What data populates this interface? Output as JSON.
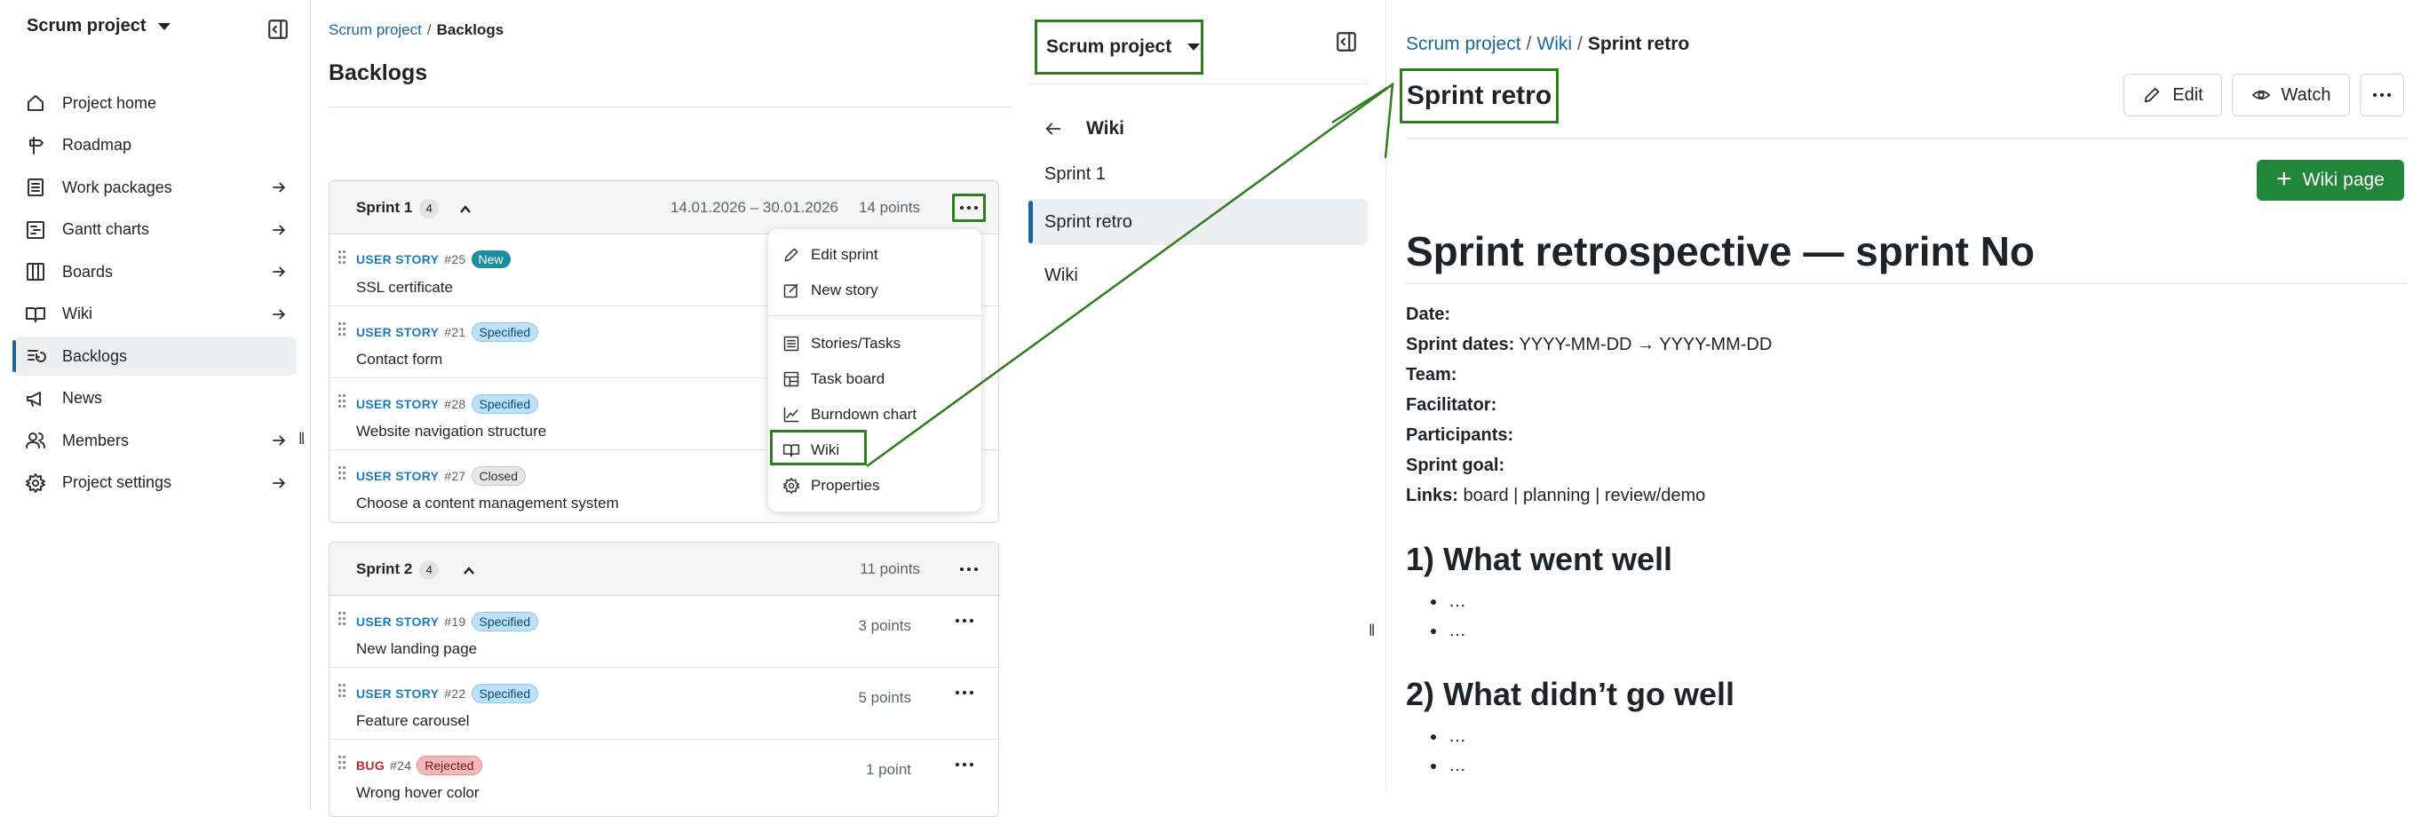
{
  "sidebar": {
    "project": "Scrum project",
    "items": [
      {
        "label": "Project home",
        "icon": "home-icon",
        "arrow": false
      },
      {
        "label": "Roadmap",
        "icon": "signpost-icon",
        "arrow": false
      },
      {
        "label": "Work packages",
        "icon": "list-icon",
        "arrow": true
      },
      {
        "label": "Gantt charts",
        "icon": "gantt-icon",
        "arrow": true
      },
      {
        "label": "Boards",
        "icon": "board-icon",
        "arrow": true
      },
      {
        "label": "Wiki",
        "icon": "book-icon",
        "arrow": true
      },
      {
        "label": "Backlogs",
        "icon": "backlog-icon",
        "arrow": false,
        "active": true
      },
      {
        "label": "News",
        "icon": "megaphone-icon",
        "arrow": false
      },
      {
        "label": "Members",
        "icon": "people-icon",
        "arrow": true
      },
      {
        "label": "Project settings",
        "icon": "gear-icon",
        "arrow": true
      }
    ]
  },
  "backlogs": {
    "breadcrumb": {
      "project": "Scrum project",
      "sep": "/",
      "current": "Backlogs"
    },
    "title": "Backlogs",
    "sprint1": {
      "name": "Sprint 1",
      "count": "4",
      "dates": "14.01.2026 – 30.01.2026",
      "points": "14 points",
      "stories": [
        {
          "type": "USER STORY",
          "num": "#25",
          "status": "New",
          "title": "SSL certificate"
        },
        {
          "type": "USER STORY",
          "num": "#21",
          "status": "Specified",
          "title": "Contact form"
        },
        {
          "type": "USER STORY",
          "num": "#28",
          "status": "Specified",
          "title": "Website navigation structure"
        },
        {
          "type": "USER STORY",
          "num": "#27",
          "status": "Closed",
          "title": "Choose a content management system"
        }
      ]
    },
    "sprint2": {
      "name": "Sprint 2",
      "count": "4",
      "points": "11 points",
      "stories": [
        {
          "type": "USER STORY",
          "num": "#19",
          "status": "Specified",
          "title": "New landing page",
          "points": "3 points"
        },
        {
          "type": "USER STORY",
          "num": "#22",
          "status": "Specified",
          "title": "Feature carousel",
          "points": "5 points"
        },
        {
          "type": "BUG",
          "num": "#24",
          "status": "Rejected",
          "title": "Wrong hover color",
          "points": "1 point"
        }
      ]
    },
    "menu": {
      "edit_sprint": "Edit sprint",
      "new_story": "New story",
      "stories_tasks": "Stories/Tasks",
      "task_board": "Task board",
      "burndown": "Burndown chart",
      "wiki": "Wiki",
      "properties": "Properties"
    }
  },
  "wiki_nav": {
    "project": "Scrum project",
    "back_label": "Wiki",
    "items": [
      "Sprint 1",
      "Sprint retro",
      "Wiki"
    ]
  },
  "wiki_page": {
    "breadcrumb": {
      "project": "Scrum project",
      "wiki": "Wiki",
      "current": "Sprint retro"
    },
    "title": "Sprint retro",
    "edit": "Edit",
    "watch": "Watch",
    "new_page": "Wiki page",
    "heading": "Sprint retrospective — sprint No",
    "fields": [
      {
        "label": "Date:",
        "value": ""
      },
      {
        "label": "Sprint dates:",
        "value": " YYYY-MM-DD → YYYY-MM-DD"
      },
      {
        "label": "Team:",
        "value": ""
      },
      {
        "label": "Facilitator:",
        "value": ""
      },
      {
        "label": "Participants:",
        "value": ""
      },
      {
        "label": "Sprint goal:",
        "value": ""
      },
      {
        "label": "Links:",
        "value": " board | planning | review/demo"
      }
    ],
    "section1": "1) What went well",
    "section1_items": [
      "…",
      "…"
    ],
    "section2": "2) What didn’t go well",
    "section2_items": [
      "…",
      "…"
    ]
  },
  "colors": {
    "highlight": "#2e7d1f",
    "link": "#1a67a3",
    "primary_button": "#22863a"
  }
}
